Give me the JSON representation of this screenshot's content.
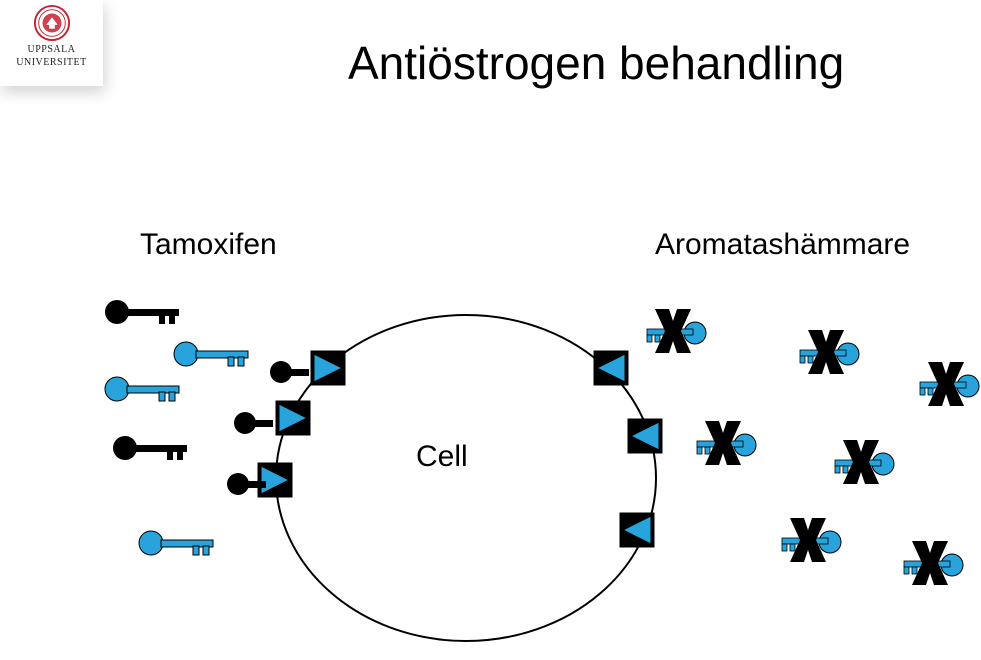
{
  "logo": {
    "line1": "UPPSALA",
    "line2": "UNIVERSITET"
  },
  "title": "Antiöstrogen behandling",
  "labels": {
    "left": "Tamoxifen",
    "right": "Aromatashämmare",
    "cell": "Cell"
  },
  "colors": {
    "blue": "#29a3dc",
    "black": "#000000",
    "seal": "#c8202f"
  }
}
